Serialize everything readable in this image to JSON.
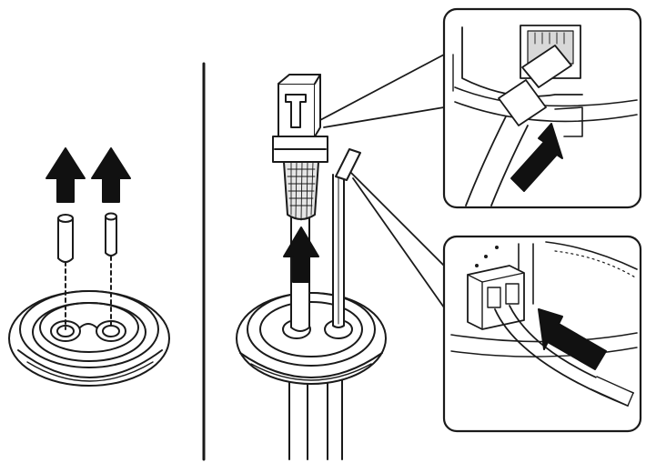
{
  "figure": {
    "panels": [
      {
        "id": "left",
        "step": "remove-plugs"
      },
      {
        "id": "right",
        "step": "route-cables-and-connect"
      }
    ],
    "insets": [
      {
        "id": "top-inset",
        "shows": "rj45-plug-inserting-into-port"
      },
      {
        "id": "bottom-inset",
        "shows": "wire-insert-into-terminal-block"
      }
    ],
    "colors": {
      "line": "#1a1a1a",
      "fill": "#ffffff",
      "arrow": "#111111",
      "shade": "#d8d8d8"
    },
    "icons": [
      "up-arrow-icon",
      "push-arrow-icon"
    ]
  }
}
